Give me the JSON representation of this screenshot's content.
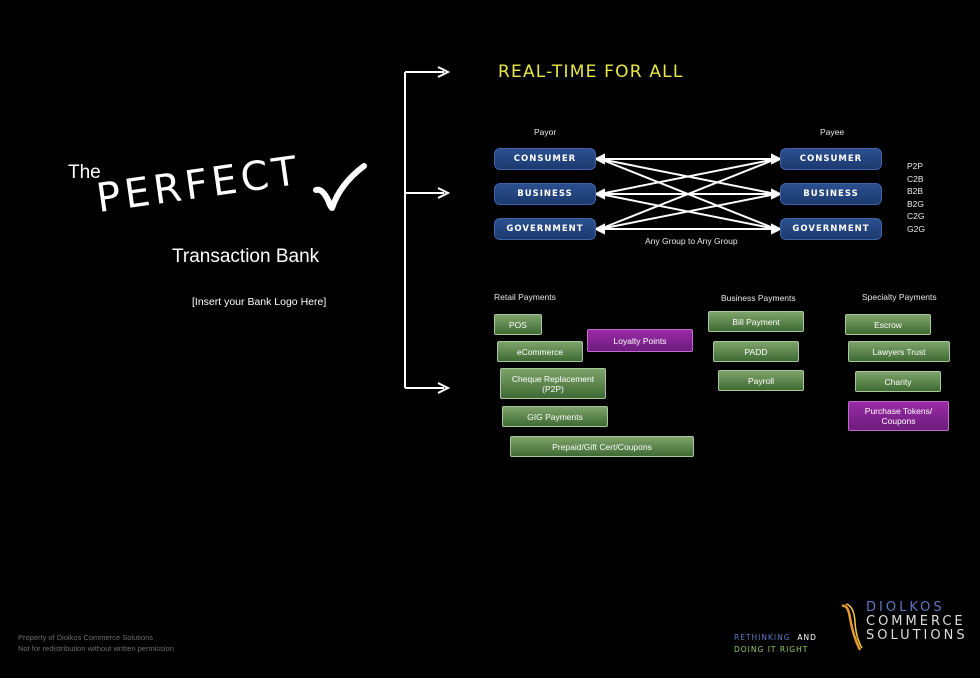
{
  "left": {
    "the": "The",
    "perfect": "PERFECT",
    "bank": "Transaction Bank",
    "logo": "[Insert your Bank Logo Here]"
  },
  "realtime": {
    "title": "REAL-TIME FOR ALL",
    "payor": "Payor",
    "payee": "Payee",
    "payor_boxes": [
      "CONSUMER",
      "BUSINESS",
      "GOVERNMENT"
    ],
    "payee_boxes": [
      "CONSUMER",
      "BUSINESS",
      "GOVERNMENT"
    ],
    "codes": [
      "P2P",
      "C2B",
      "B2B",
      "B2G",
      "C2G",
      "G2G"
    ],
    "caption": "Any Group to Any Group"
  },
  "retail": {
    "title": "Retail Payments",
    "items": [
      "POS",
      "eCommerce",
      "Cheque Replacement (P2P)",
      "GIG Payments",
      "Prepaid/Gift Cert/Coupons"
    ],
    "special": "Loyalty Points"
  },
  "business": {
    "title": "Business Payments",
    "items": [
      "Bill Payment",
      "PADD",
      "Payroll"
    ]
  },
  "specialty": {
    "title": "Specialty Payments",
    "items": [
      "Escrow",
      "Lawyers Trust",
      "Charity"
    ],
    "special": "Purchase Tokens/ Coupons"
  },
  "footer": {
    "line1": "Property of Diolkos Commerce Solutions",
    "line2": "Not for redistribution without written permission"
  },
  "tagline": {
    "rethinking": "RETHINKING",
    "and": "AND",
    "doing": "DOING IT RIGHT"
  },
  "brand": {
    "name1": "DIOLKOS",
    "name2": "COMMERCE",
    "name3": "SOLUTIONS"
  },
  "colors": {
    "accent_yellow": "#e8e84a",
    "box_blue": "#1d3a70",
    "box_green": "#5a8a4e",
    "box_purple": "#7d1f8e"
  }
}
